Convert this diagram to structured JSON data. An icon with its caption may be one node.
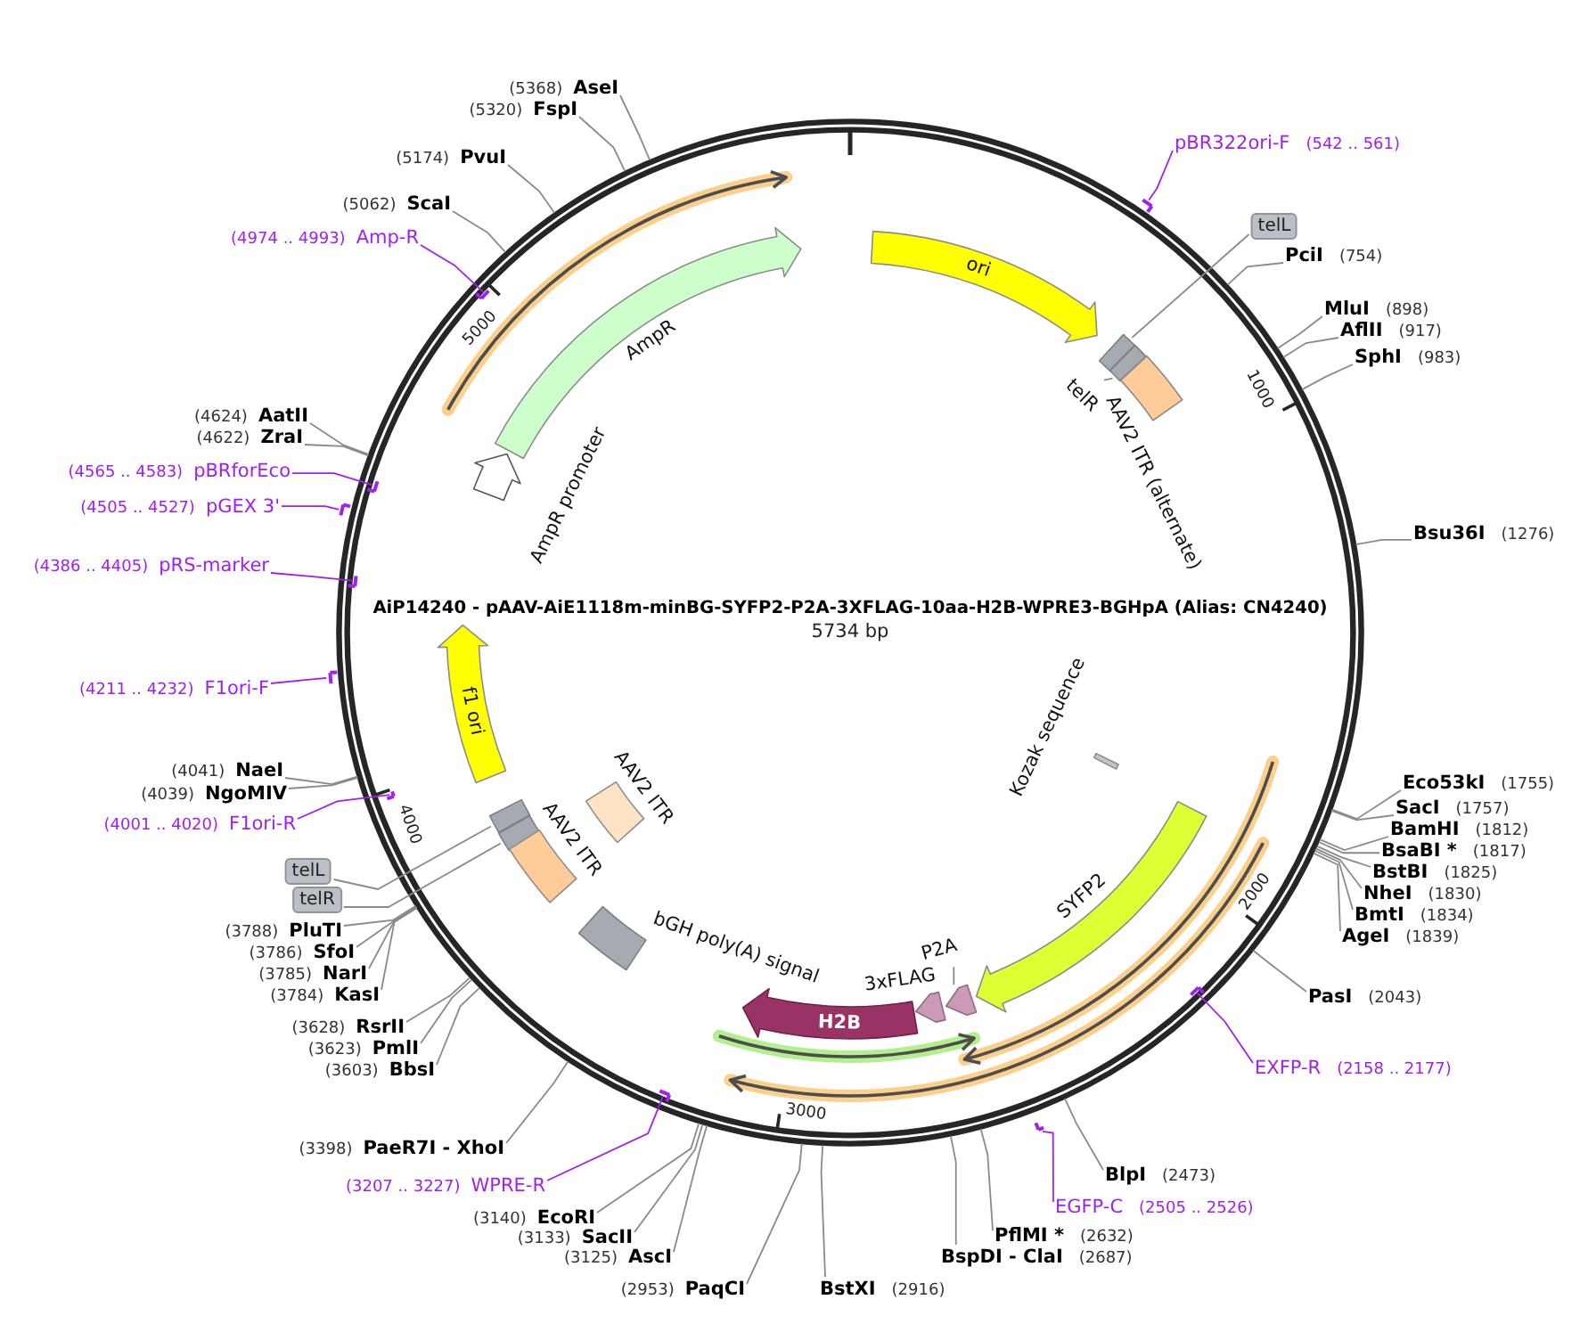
{
  "diagram": {
    "title": "AiP14240 - pAAV-AiE1118m-minBG-SYFP2-P2A-3XFLAG-10aa-H2B-WPRE3-BGHpA (Alias: CN4240)",
    "nodes": [
      {
        "text": [
          "(5368)",
          "AseI"
        ]
      },
      {
        "text": [
          "(5320)",
          "FspI"
        ]
      },
      {
        "text": [
          "pBR322ori-F",
          "(542 .. 561)"
        ]
      },
      {
        "text": [],
        "shape": "bar"
      },
      {
        "text": [
          "(5174)",
          "PvuI"
        ]
      },
      {
        "text": [
          "(5062)",
          "ScaI"
        ]
      },
      {
        "text": [
          "telL"
        ]
      },
      {
        "text": [
          "(4974 .. 4993)",
          "Amp-R"
        ]
      },
      {
        "text": [],
        "shape": "bar"
      },
      {
        "text": [
          "PciI",
          "(754)"
        ]
      },
      {
        "text": [
          "MluI",
          "(898)"
        ]
      },
      {
        "text": [
          "AflII",
          "(917)"
        ]
      },
      {
        "text": [
          "SphI",
          "(983)"
        ]
      },
      {
        "text": [
          "(4624)",
          "AatII"
        ]
      },
      {
        "text": [
          "(4622)",
          "ZraI"
        ]
      },
      {
        "text": [
          "(4565 .. 4583)",
          "pBRforEco"
        ]
      },
      {
        "text": [],
        "shape": "bar"
      },
      {
        "text": [
          "(4505 .. 4527)",
          "pGEX 3'"
        ]
      },
      {
        "text": [],
        "shape": "bar"
      },
      {
        "text": [
          "Bsu36I",
          "(1276)"
        ]
      },
      {
        "text": [
          "(4386 .. 4405)",
          "pRS-marker"
        ]
      },
      {
        "text": [],
        "shape": "bar"
      },
      {
        "text": [
          "(4211 .. 4232)",
          "F1ori-F"
        ]
      },
      {
        "text": [],
        "shape": "bar"
      },
      {
        "text": [
          "(4041)",
          "NaeI"
        ]
      },
      {
        "text": [
          "Eco53kI",
          "(1755)"
        ]
      },
      {
        "text": [
          "(4039)",
          "NgoMIV"
        ]
      },
      {
        "text": [
          "SacI",
          "(1757)"
        ]
      },
      {
        "text": [
          "(4001 .. 4020)",
          "F1ori-R"
        ]
      },
      {
        "text": [],
        "shape": "bar"
      },
      {
        "text": [
          "BamHI",
          "(1812)"
        ]
      },
      {
        "text": [
          "BsaBI *",
          "(1817)"
        ]
      },
      {
        "text": [
          "telL"
        ]
      },
      {
        "text": [
          "BstBI",
          "(1825)"
        ]
      },
      {
        "text": [
          "NheI",
          "(1830)"
        ]
      },
      {
        "text": [
          "telR"
        ]
      },
      {
        "text": [
          "BmtI",
          "(1834)"
        ]
      },
      {
        "text": [
          "(3788)",
          "PluTI"
        ]
      },
      {
        "text": [
          "AgeI",
          "(1839)"
        ]
      },
      {
        "text": [
          "(3786)",
          "SfoI"
        ]
      },
      {
        "text": [
          "(3785)",
          "NarI"
        ]
      },
      {
        "text": [
          "(3784)",
          "KasI"
        ]
      },
      {
        "text": [
          "PasI",
          "(2043)"
        ]
      },
      {
        "text": [
          "(3628)",
          "RsrII"
        ]
      },
      {
        "text": [
          "(3623)",
          "PmlI"
        ]
      },
      {
        "text": [
          "EXFP-R",
          "(2158 .. 2177)"
        ]
      },
      {
        "text": [],
        "shape": "bar"
      },
      {
        "text": [
          "(3603)",
          "BbsI"
        ]
      },
      {
        "text": [
          "(3398)",
          "PaeR7I - XhoI"
        ]
      },
      {
        "text": [
          "BlpI",
          "(2473)"
        ]
      },
      {
        "text": [
          "(3207 .. 3227)",
          "WPRE-R"
        ]
      },
      {
        "text": [],
        "shape": "bar"
      },
      {
        "text": [
          "EGFP-C",
          "(2505 .. 2526)"
        ]
      },
      {
        "text": [],
        "shape": "bar"
      },
      {
        "text": [
          "(3140)",
          "EcoRI"
        ]
      },
      {
        "text": [
          "PflMI *",
          "(2632)"
        ]
      },
      {
        "text": [
          "(3133)",
          "SacII"
        ]
      },
      {
        "text": [
          "(3125)",
          "AscI"
        ]
      },
      {
        "text": [
          "BspDI - ClaI",
          "(2687)"
        ]
      },
      {
        "text": [
          "(2953)",
          "PaqCI"
        ]
      },
      {
        "text": [
          "BstXI",
          "(2916)"
        ]
      },
      {
        "text": [
          "ori"
        ]
      },
      {
        "text": [
          "AmpR"
        ]
      },
      {
        "text": [],
        "shape": "box"
      },
      {
        "text": [],
        "shape": "box"
      },
      {
        "text": [
          "telR"
        ]
      },
      {
        "text": [
          "AAV2 ITR (alternate)"
        ]
      },
      {
        "text": [
          "AmpR promoter"
        ]
      },
      {
        "text": [
          "f1 ori"
        ]
      },
      {
        "text": [
          "Kozak sequence"
        ]
      },
      {
        "text": [
          "AAV2 ITR"
        ]
      },
      {
        "text": [],
        "shape": "box"
      },
      {
        "text": [],
        "shape": "box"
      },
      {
        "text": [
          "AAV2 ITR"
        ]
      },
      {
        "text": [
          "SYFP2"
        ]
      },
      {
        "text": [
          "bGH poly(A) signal"
        ]
      },
      {
        "text": [
          "P2A"
        ]
      },
      {
        "text": [],
        "shape": "arrow"
      },
      {
        "text": [
          "3xFLAG"
        ]
      },
      {
        "text": [
          "H2B"
        ]
      }
    ],
    "edges": [
      {
        "from": 0,
        "to": null,
        "arrow": "none"
      },
      {
        "from": 1,
        "to": null,
        "arrow": "none"
      },
      {
        "from": 2,
        "to": 3,
        "arrow": "none",
        "color": "#a020f0"
      },
      {
        "from": 4,
        "to": null,
        "arrow": "none"
      },
      {
        "from": 5,
        "to": null,
        "arrow": "none"
      },
      {
        "from": 6,
        "to": 63,
        "arrow": "none"
      },
      {
        "from": 7,
        "to": 8,
        "arrow": "none",
        "color": "#a020f0"
      },
      {
        "from": 9,
        "to": null,
        "arrow": "none"
      },
      {
        "from": 10,
        "to": null,
        "arrow": "none"
      },
      {
        "from": 11,
        "to": null,
        "arrow": "none"
      },
      {
        "from": 12,
        "to": null,
        "arrow": "none"
      },
      {
        "from": 13,
        "to": null,
        "arrow": "none"
      },
      {
        "from": 14,
        "to": null,
        "arrow": "none"
      },
      {
        "from": 15,
        "to": 16,
        "arrow": "none",
        "color": "#a020f0"
      },
      {
        "from": 17,
        "to": 18,
        "arrow": "none",
        "color": "#a020f0"
      },
      {
        "from": 19,
        "to": null,
        "arrow": "none"
      },
      {
        "from": 20,
        "to": 21,
        "arrow": "none",
        "color": "#a020f0"
      },
      {
        "from": 22,
        "to": 23,
        "arrow": "none",
        "color": "#a020f0"
      },
      {
        "from": 24,
        "to": null,
        "arrow": "none"
      },
      {
        "from": 25,
        "to": null,
        "arrow": "none"
      },
      {
        "from": 26,
        "to": null,
        "arrow": "none"
      },
      {
        "from": 27,
        "to": null,
        "arrow": "none"
      },
      {
        "from": 28,
        "to": 29,
        "arrow": "none",
        "color": "#a020f0"
      },
      {
        "from": 30,
        "to": null,
        "arrow": "none"
      },
      {
        "from": 31,
        "to": null,
        "arrow": "none"
      },
      {
        "from": 32,
        "to": 71,
        "arrow": "none"
      },
      {
        "from": 33,
        "to": null,
        "arrow": "none"
      },
      {
        "from": 34,
        "to": null,
        "arrow": "none"
      },
      {
        "from": 35,
        "to": 72,
        "arrow": "none"
      },
      {
        "from": 36,
        "to": null,
        "arrow": "none"
      },
      {
        "from": 37,
        "to": null,
        "arrow": "none"
      },
      {
        "from": 38,
        "to": null,
        "arrow": "none"
      },
      {
        "from": 39,
        "to": null,
        "arrow": "none"
      },
      {
        "from": 40,
        "to": null,
        "arrow": "none"
      },
      {
        "from": 41,
        "to": null,
        "arrow": "none"
      },
      {
        "from": 42,
        "to": null,
        "arrow": "none"
      },
      {
        "from": 43,
        "to": null,
        "arrow": "none"
      },
      {
        "from": 44,
        "to": null,
        "arrow": "none"
      },
      {
        "from": 45,
        "to": 46,
        "arrow": "none",
        "color": "#a020f0"
      },
      {
        "from": 47,
        "to": null,
        "arrow": "none"
      },
      {
        "from": 48,
        "to": null,
        "arrow": "none"
      },
      {
        "from": 49,
        "to": null,
        "arrow": "none"
      },
      {
        "from": 50,
        "to": 51,
        "arrow": "none",
        "color": "#a020f0"
      },
      {
        "from": 52,
        "to": 53,
        "arrow": "none",
        "color": "#a020f0"
      },
      {
        "from": 54,
        "to": null,
        "arrow": "none"
      },
      {
        "from": 55,
        "to": null,
        "arrow": "none"
      },
      {
        "from": 56,
        "to": null,
        "arrow": "none"
      },
      {
        "from": 57,
        "to": null,
        "arrow": "none"
      },
      {
        "from": 58,
        "to": null,
        "arrow": "none"
      },
      {
        "from": 59,
        "to": null,
        "arrow": "none"
      },
      {
        "from": 60,
        "to": null,
        "arrow": "none"
      },
      {
        "from": 65,
        "to": 64,
        "arrow": "none"
      },
      {
        "from": 76,
        "to": 77,
        "arrow": "none"
      }
    ],
    "labels": [
      "5000",
      "1000",
      "5734 bp",
      "4000",
      "2000",
      "3000"
    ]
  }
}
